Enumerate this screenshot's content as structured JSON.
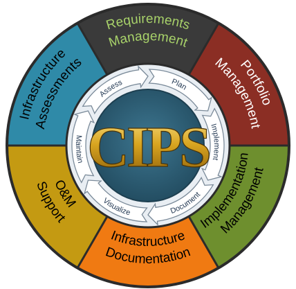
{
  "logo": {
    "text": "CIPS"
  },
  "segments": [
    {
      "id": "requirements",
      "line1": "Requirements",
      "line2": "Management",
      "color": "#3a3a3a",
      "text_color": "#a8d26a"
    },
    {
      "id": "portfolio",
      "line1": "Portfolio",
      "line2": "Management",
      "color": "#8b2e24",
      "text_color": "#ffffff"
    },
    {
      "id": "implementation",
      "line1": "Implementation",
      "line2": "Management",
      "color": "#6e8f2e",
      "text_color": "#000000"
    },
    {
      "id": "documentation",
      "line1": "Infrastructure",
      "line2": "Documentation",
      "color": "#f07a12",
      "text_color": "#000000"
    },
    {
      "id": "om-support",
      "line1": "O&M",
      "line2": "Support",
      "color": "#c49a12",
      "text_color": "#000000"
    },
    {
      "id": "assessments",
      "line1": "Infrastructure",
      "line2": "Assessments",
      "color": "#2f8aa8",
      "text_color": "#000000"
    }
  ],
  "cycle": [
    {
      "id": "assess",
      "label": "Assess"
    },
    {
      "id": "plan",
      "label": "Plan"
    },
    {
      "id": "implement",
      "label": "Implement"
    },
    {
      "id": "document",
      "label": "Document"
    },
    {
      "id": "visualize",
      "label": "Visualize"
    },
    {
      "id": "maintain",
      "label": "Maintain"
    }
  ],
  "colors": {
    "inner_ring": "#e9eef3",
    "center": "#2f5f76",
    "logo_gold": "#d9a520",
    "arrow_fill": "#ffffff",
    "arrow_stroke": "#7a8a99"
  }
}
